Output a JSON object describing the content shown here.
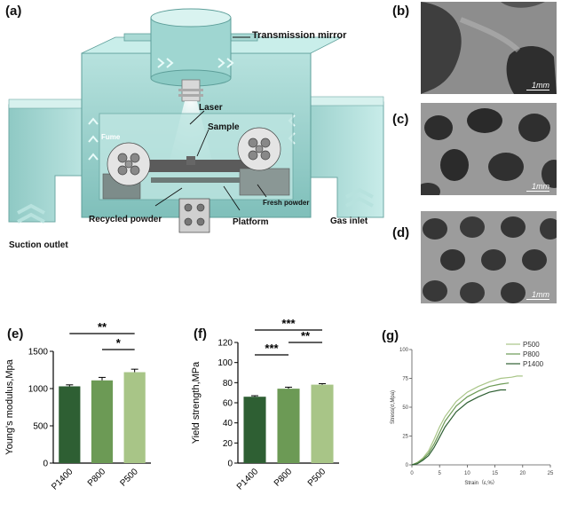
{
  "panels": {
    "a": "(a)",
    "b": "(b)",
    "c": "(c)",
    "d": "(d)",
    "e": "(e)",
    "f": "(f)",
    "g": "(g)"
  },
  "schematic": {
    "transmission_mirror": "Transmission mirror",
    "laser": "Laser",
    "sample": "Sample",
    "fume": "Fume",
    "recycled_powder": "Recycled powder",
    "fresh_powder": "Fresh powder",
    "platform": "Platform",
    "suction_outlet": "Suction outlet",
    "gas_inlet": "Gas inlet"
  },
  "sem": {
    "scale_label": "1mm"
  },
  "colors": {
    "dark_green": "#2e5f33",
    "mid_green": "#6c9a55",
    "light_green": "#a8c587",
    "machine_teal": "#9ed3cf",
    "sem_grey": "#8a8a8a"
  },
  "chart_data": [
    {
      "id": "e",
      "type": "bar",
      "categories": [
        "P1400",
        "P800",
        "P500"
      ],
      "values": [
        1030,
        1110,
        1220
      ],
      "errors": [
        20,
        40,
        40
      ],
      "ylabel": "Young's modulus,Mpa",
      "ylim": [
        0,
        1500
      ],
      "yticks": [
        0,
        500,
        1000,
        1500
      ],
      "significance": [
        {
          "from": 0,
          "to": 2,
          "label": "**"
        },
        {
          "from": 1,
          "to": 2,
          "label": "*"
        }
      ]
    },
    {
      "id": "f",
      "type": "bar",
      "categories": [
        "P1400",
        "P800",
        "P500"
      ],
      "values": [
        66,
        74,
        78
      ],
      "errors": [
        1,
        1.5,
        1
      ],
      "ylabel": "Yield strength,MPa",
      "ylim": [
        0,
        120
      ],
      "yticks": [
        0,
        20,
        40,
        60,
        80,
        100,
        120
      ],
      "significance": [
        {
          "from": 0,
          "to": 2,
          "label": "***"
        },
        {
          "from": 0,
          "to": 1,
          "label": "***"
        },
        {
          "from": 1,
          "to": 2,
          "label": "**"
        }
      ]
    },
    {
      "id": "g",
      "type": "line",
      "xlabel": "Strain（ε,%）",
      "ylabel": "Stress(σ,Mpa)",
      "xlim": [
        0,
        25
      ],
      "ylim": [
        0,
        100
      ],
      "xticks": [
        0,
        5,
        10,
        15,
        20,
        25
      ],
      "yticks": [
        0,
        25,
        50,
        75,
        100
      ],
      "legend_position": "top-right",
      "series": [
        {
          "name": "P500",
          "x": [
            0,
            1,
            2,
            3,
            4,
            5,
            6,
            8,
            10,
            12,
            14,
            16,
            18,
            19,
            20
          ],
          "y": [
            0,
            2,
            6,
            12,
            22,
            33,
            42,
            55,
            63,
            68,
            72,
            75,
            76,
            77,
            77
          ]
        },
        {
          "name": "P800",
          "x": [
            0,
            1,
            2,
            3,
            4,
            5,
            6,
            8,
            10,
            12,
            14,
            16,
            17.5
          ],
          "y": [
            0,
            2,
            5,
            10,
            18,
            28,
            38,
            51,
            59,
            64,
            68,
            70,
            71
          ]
        },
        {
          "name": "P1400",
          "x": [
            0,
            1,
            2,
            3,
            4,
            5,
            6,
            8,
            10,
            12,
            14,
            16,
            17
          ],
          "y": [
            0,
            1,
            4,
            8,
            15,
            24,
            33,
            46,
            54,
            59,
            63,
            65,
            65
          ]
        }
      ]
    }
  ]
}
